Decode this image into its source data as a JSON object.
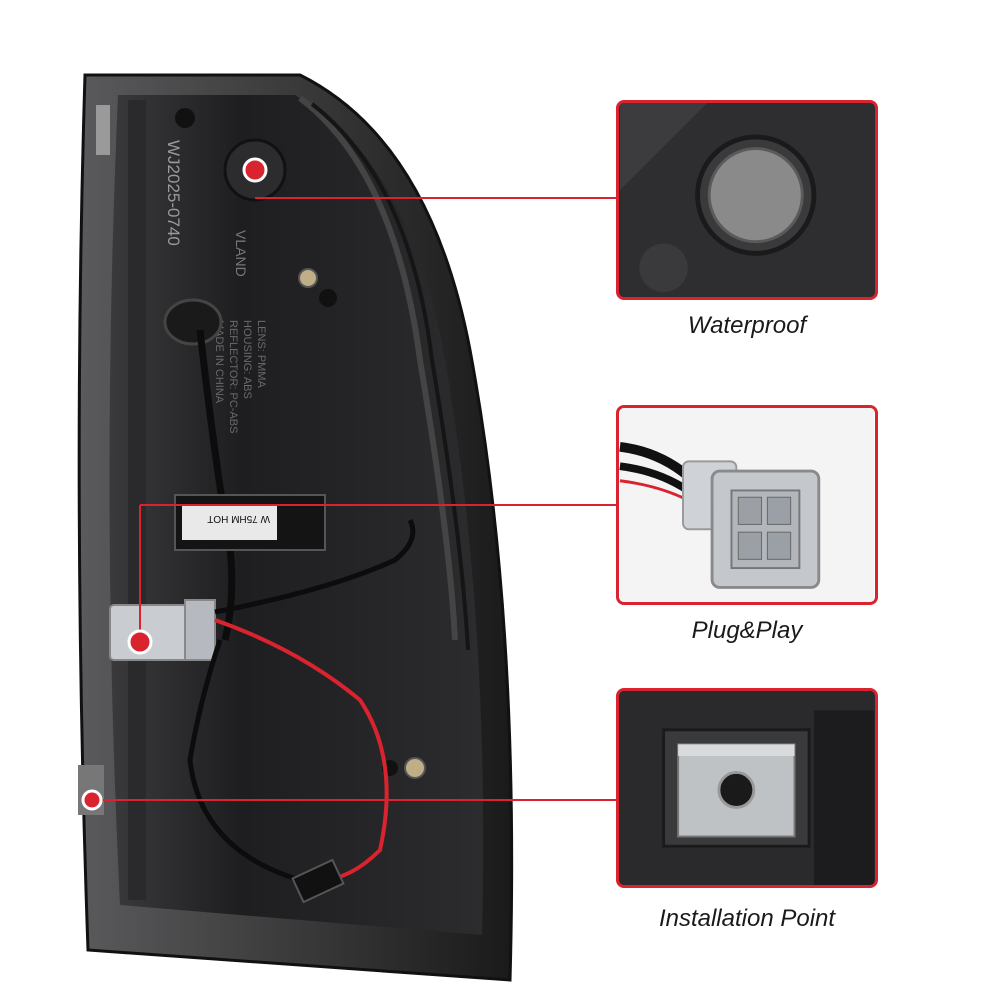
{
  "product": {
    "part_number": "WJ2025-0740",
    "brand": "VLAND",
    "housing_text": "LENS: PMMA\nHOUSING: ABS\nREFLECTOR: PC-ABS\nMADE IN CHINA",
    "sticker_text": "W 75HM HOT"
  },
  "callouts": [
    {
      "label": "Waterproof"
    },
    {
      "label": "Plug&Play"
    },
    {
      "label": "Installation Point"
    }
  ],
  "colors": {
    "accent": "#d9232e",
    "housing": "#1c1c1e"
  }
}
